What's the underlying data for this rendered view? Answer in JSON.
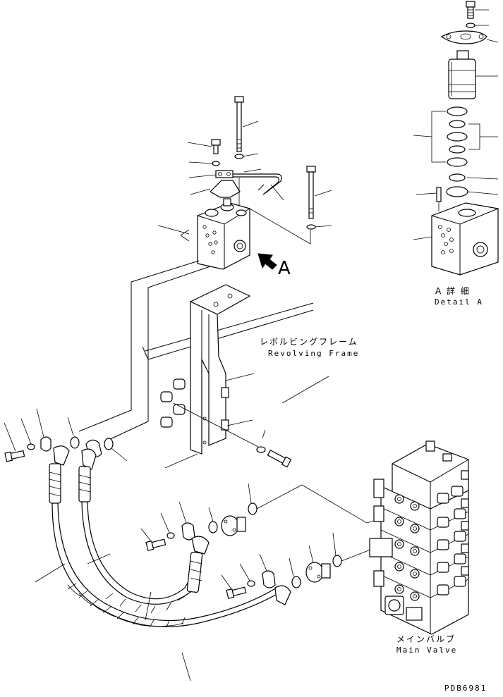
{
  "labels": {
    "view_marker": "A",
    "detail_jp": "A 詳 細",
    "detail_en": "Detail A",
    "frame_jp": "レボルビングフレーム",
    "frame_en": "Revolving Frame",
    "valve_jp": "メインバルブ",
    "valve_en": "Main Valve",
    "drawing_code": "PDB6981"
  },
  "colors": {
    "ink": "#000000",
    "paper": "#ffffff"
  }
}
